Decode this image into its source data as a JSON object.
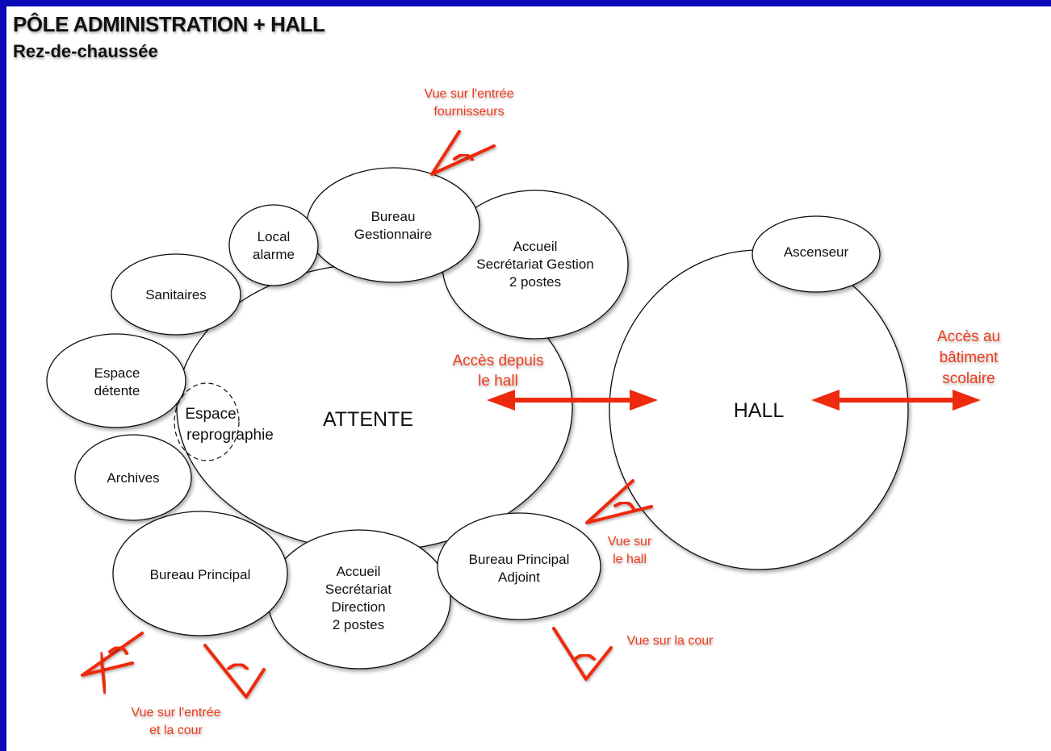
{
  "header": {
    "title": "PÔLE ADMINISTRATION + HALL",
    "subtitle": "Rez-de-chaussée"
  },
  "rooms": {
    "bureau_gestionnaire": [
      "Bureau",
      "Gestionnaire"
    ],
    "local_alarme": [
      "Local",
      "alarme"
    ],
    "accueil_gestion": [
      "Accueil",
      "Secrétariat Gestion",
      "2 postes"
    ],
    "sanitaires": [
      "Sanitaires"
    ],
    "espace_detente": [
      "Espace",
      "détente"
    ],
    "espace_reprographie": [
      "Espace",
      "reprographie"
    ],
    "archives": [
      "Archives"
    ],
    "attente": [
      "ATTENTE"
    ],
    "bureau_principal": [
      "Bureau Principal"
    ],
    "accueil_direction": [
      "Accueil",
      "Secrétariat",
      "Direction",
      "2 postes"
    ],
    "bureau_principal_adjoint": [
      "Bureau Principal",
      "Adjoint"
    ],
    "hall": [
      "HALL"
    ],
    "ascenseur": [
      "Ascenseur"
    ]
  },
  "annotations": {
    "vue_fournisseurs": [
      "Vue sur l'entrée",
      "fournisseurs"
    ],
    "acces_hall": [
      "Accès depuis",
      "le hall"
    ],
    "acces_batiment": [
      "Accès au",
      "bâtiment",
      "scolaire"
    ],
    "vue_hall": [
      "Vue sur",
      "le hall"
    ],
    "vue_cour": [
      "Vue sur la cour"
    ],
    "vue_entree_cour": [
      "Vue sur l'entrée",
      "et la cour"
    ]
  },
  "colors": {
    "frame": "#0a0ab8",
    "background": "#ffffff",
    "annotation": "#ee3a1a",
    "outline": "#111111"
  }
}
